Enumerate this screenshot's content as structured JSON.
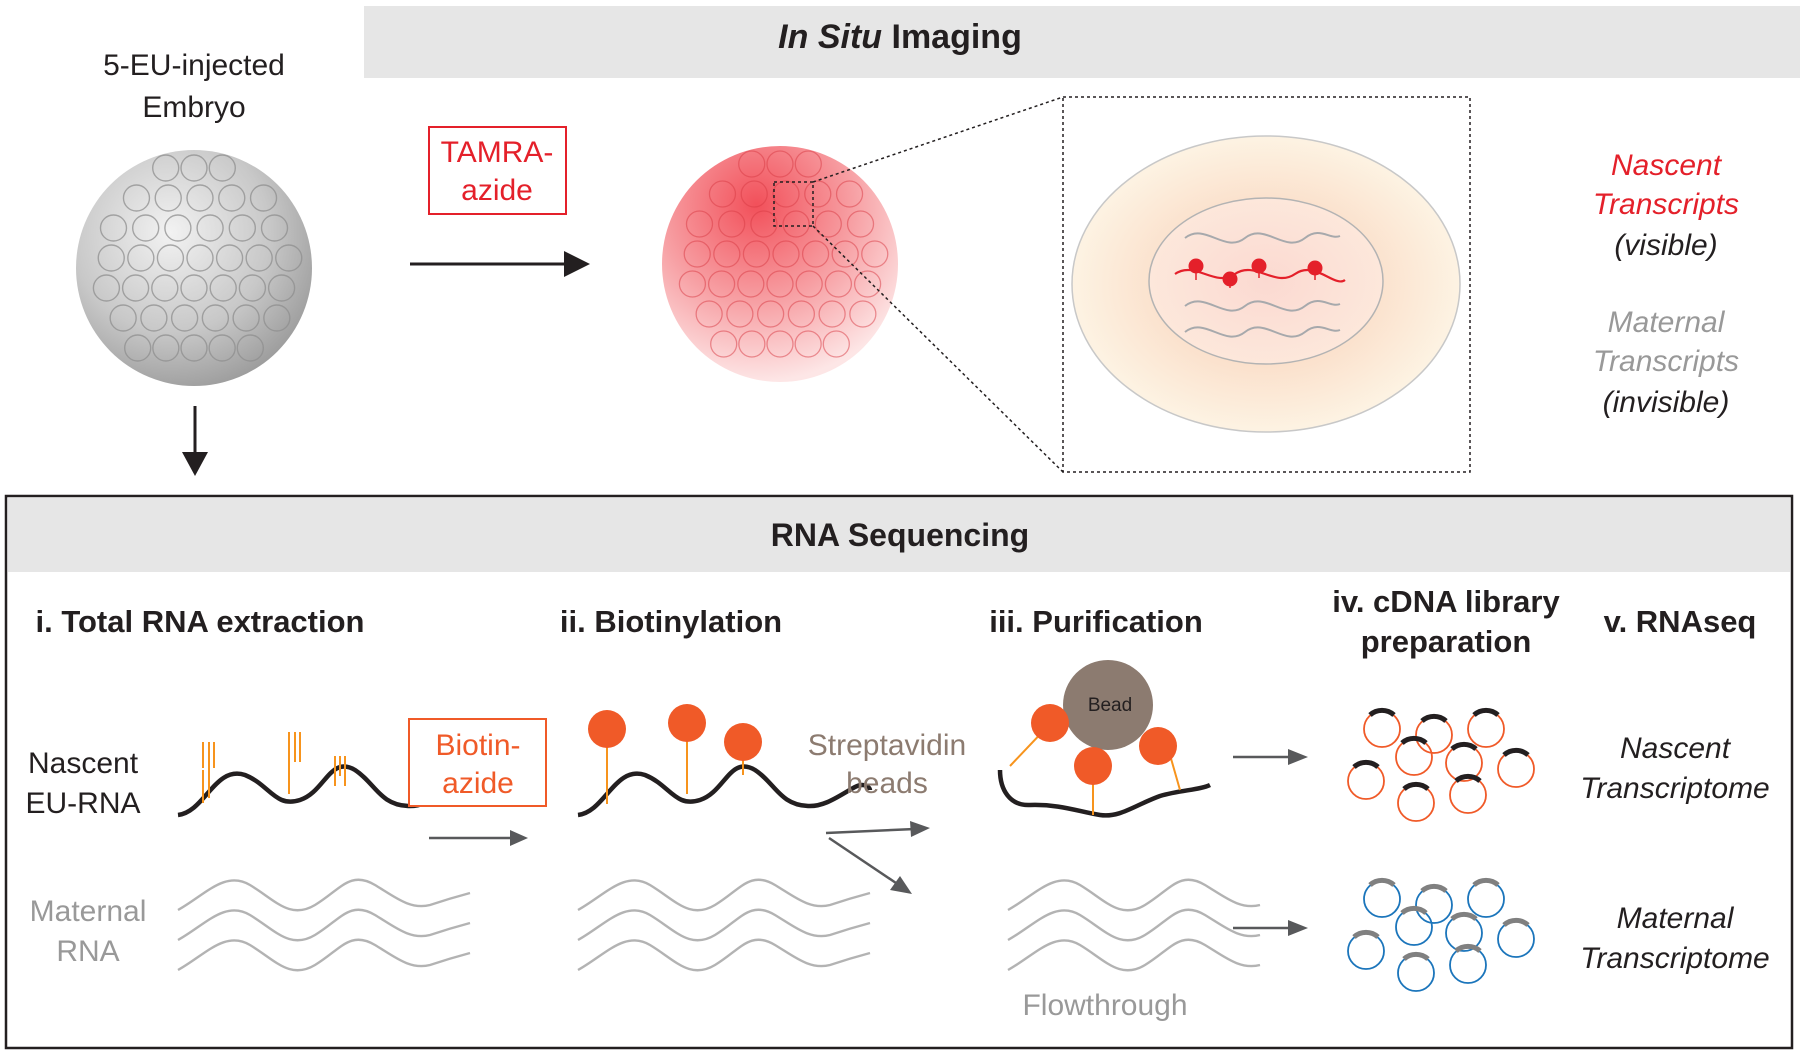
{
  "top": {
    "embryo_label_line1": "5-EU-injected",
    "embryo_label_line2": "Embryo",
    "imaging_header_italic": "In Situ",
    "imaging_header_rest": " Imaging",
    "tamra_line1": "TAMRA-",
    "tamra_line2": "azide",
    "nascent_line1": "Nascent",
    "nascent_line2": "Transcripts",
    "nascent_line3": "(visible)",
    "maternal_line1": "Maternal",
    "maternal_line2": "Transcripts",
    "maternal_line3": "(invisible)"
  },
  "bottom": {
    "header": "RNA Sequencing",
    "step1": "i. Total RNA extraction",
    "step2": "ii. Biotinylation",
    "step3": "iii. Purification",
    "step4_line1": "iv. cDNA library",
    "step4_line2": "preparation",
    "step5": "v. RNAseq",
    "nascent_rna_line1": "Nascent",
    "nascent_rna_line2": "EU-RNA",
    "maternal_rna_line1": "Maternal",
    "maternal_rna_line2": "RNA",
    "biotin_line1": "Biotin-",
    "biotin_line2": "azide",
    "strep_line1": "Streptavidin",
    "strep_line2": "beads",
    "bead_label": "Bead",
    "flowthrough": "Flowthrough",
    "out_nascent_line1": "Nascent",
    "out_nascent_line2": "Transcriptome",
    "out_maternal_line1": "Maternal",
    "out_maternal_line2": "Transcriptome"
  },
  "colors": {
    "red": "#e4202a",
    "orange": "#f05a28",
    "orange_line": "#f7941d",
    "gray_text": "#999999",
    "brown": "#8c7b70",
    "blue": "#1b75bb",
    "header_bg": "#e6e6e6"
  }
}
